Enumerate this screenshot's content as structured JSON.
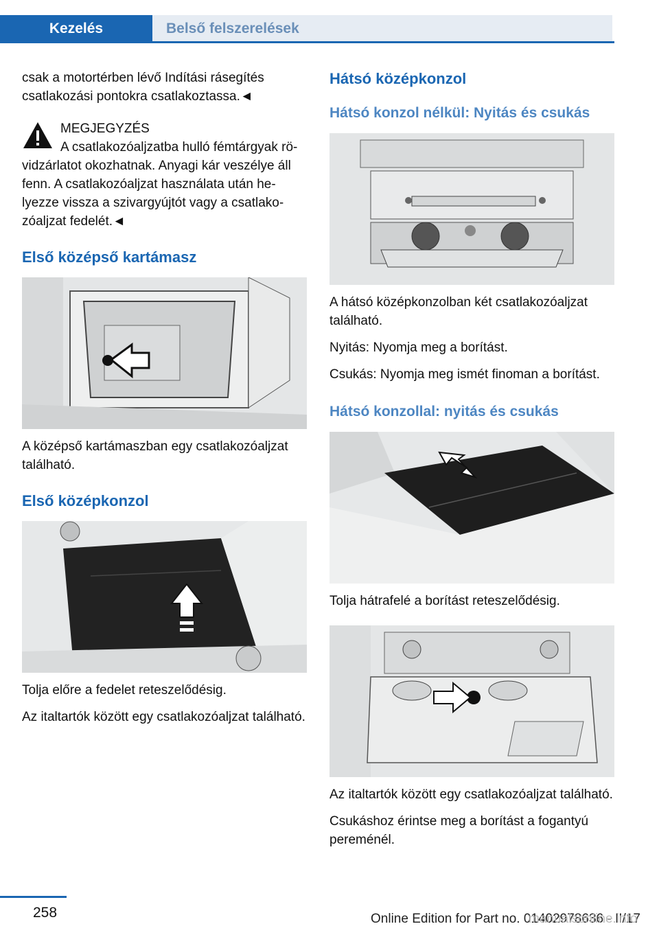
{
  "header": {
    "tab_active": "Kezelés",
    "tab_inactive": "Belső felszerelések"
  },
  "left": {
    "intro": "csak a motortérben lévő Indítási rásegítés csatlakozási pontokra csatlakoztassa.◄",
    "warning_title": "MEGJEGYZÉS",
    "warning_text": "A csatlakozóaljzatba hulló fémtárgyak rö­vidzárlatot okozhatnak. Anyagi kár veszélye áll fenn. A csatlakozóaljzat használata után he­lyezze vissza a szivargyújtót vagy a csatlako­zóaljzat fedelét.◄",
    "h_armrest": "Első középső kartámasz",
    "armrest_text": "A középső kartámaszban egy csatlakozóaljzat található.",
    "h_console": "Első középkonzol",
    "console_text1": "Tolja előre a fedelet reteszelődésig.",
    "console_text2": "Az italtartók között egy csatlakozóaljzat talál­ható."
  },
  "right": {
    "h_rear": "Hátsó középkonzol",
    "h_without": "Hátsó konzol nélkül: Nyitás és csukás",
    "without_text1": "A hátsó középkonzolban két csatlakozóaljzat található.",
    "without_text2": "Nyitás: Nyomja meg a borítást.",
    "without_text3": "Csukás: Nyomja meg ismét finoman a borítást.",
    "h_with": "Hátsó konzollal: nyitás és csukás",
    "with_text1": "Tolja hátrafelé a borítást reteszelődésig.",
    "with_text2": "Az italtartók között egy csatlakozóaljzat talál­ható.",
    "with_text3": "Csukáshoz érintse meg a borítást a fogantyú pereménél."
  },
  "footer": {
    "page_number": "258",
    "edition": "Online Edition for Part no. 01402978636 - II/17",
    "watermark": "manualsonline.info"
  },
  "icons": {
    "warning": "warning-triangle-icon",
    "arrow": "arrow-icon"
  }
}
